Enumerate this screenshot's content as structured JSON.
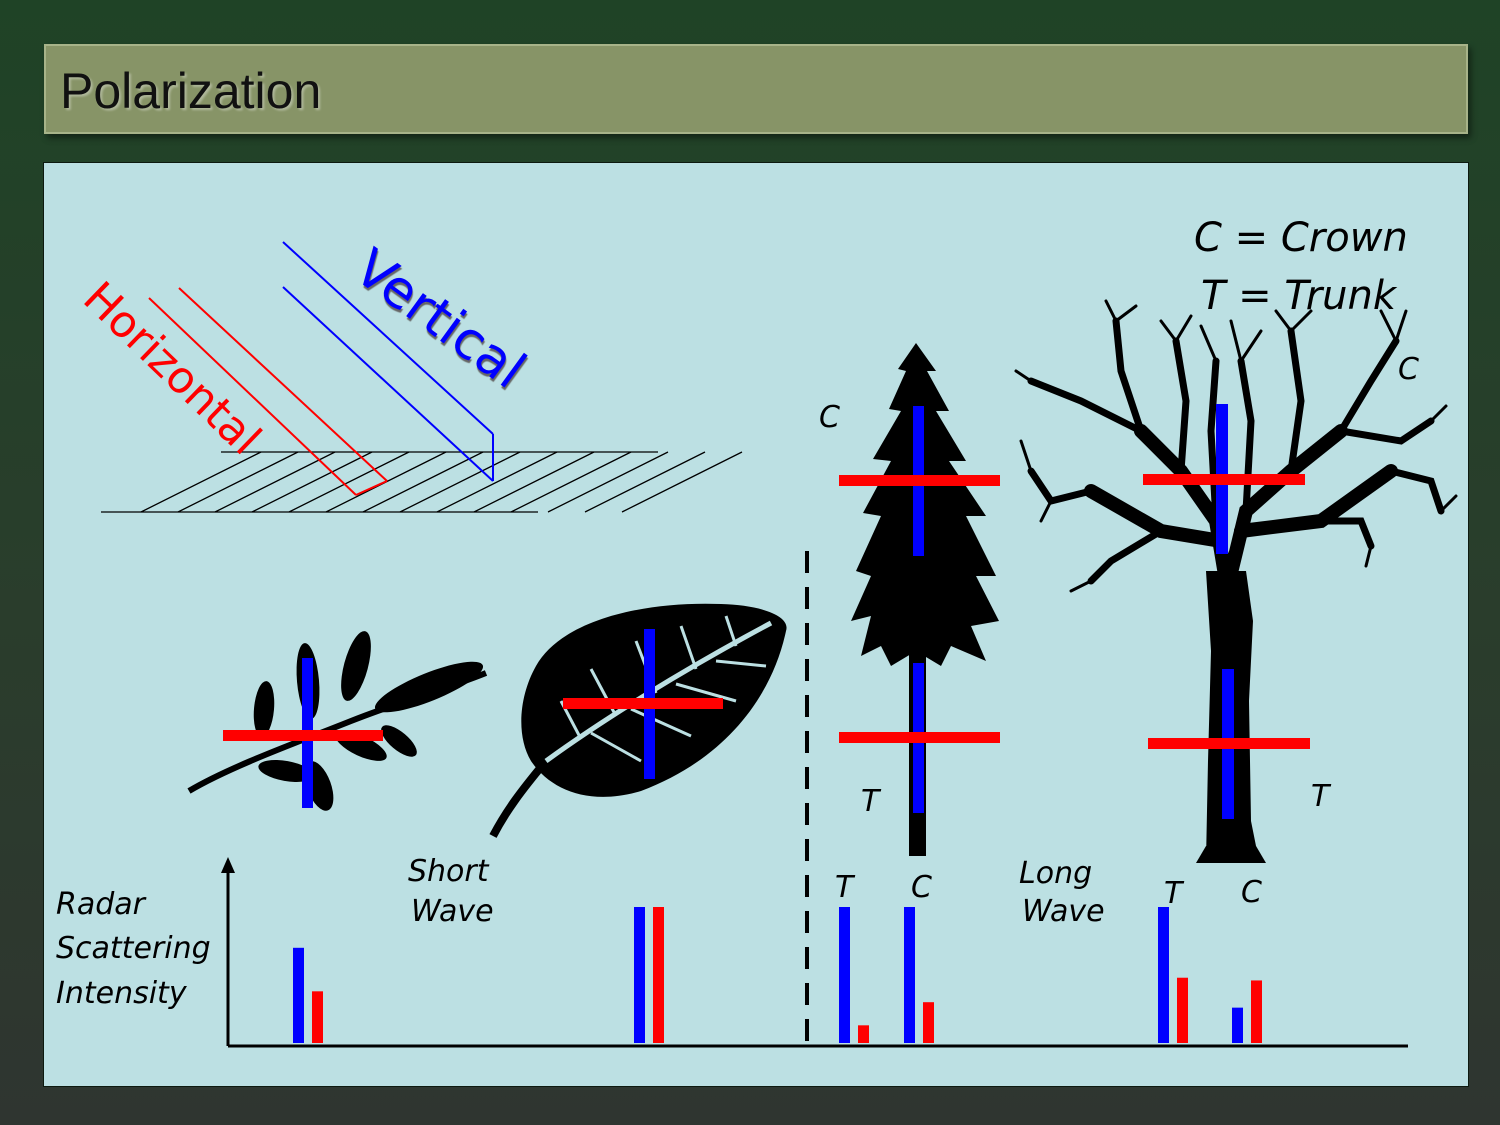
{
  "title": "Polarization",
  "polarization": {
    "vertical_label": "Vertical",
    "horizontal_label": "Horizontal"
  },
  "legend": {
    "crown": "C = Crown",
    "trunk": "T = Trunk"
  },
  "tree_labels": {
    "conifer_crown": "C",
    "conifer_trunk": "T",
    "deciduous_crown": "C",
    "deciduous_trunk": "T"
  },
  "axis": {
    "ylabel": [
      "Radar",
      "Scattering",
      "Intensity"
    ]
  },
  "wave_labels": {
    "short": [
      "Short",
      "Wave"
    ],
    "long": [
      "Long",
      "Wave"
    ]
  },
  "bar_labels": {
    "conifer_trunk": "T",
    "conifer_crown": "C",
    "deciduous_trunk": "T",
    "deciduous_crown": "C"
  },
  "colors": {
    "vertical": "#0000ff",
    "horizontal": "#ff0000",
    "panel": "#bce0e3",
    "title_bar": "#879467"
  },
  "chart_data": {
    "type": "bar",
    "categories": [
      "Leaflets",
      "Leaf",
      "T",
      "C",
      "T",
      "C"
    ],
    "series": [
      {
        "values": [
          0.7,
          1.0,
          1.0,
          1.0,
          1.0,
          0.26
        ]
      },
      {
        "values": [
          0.38,
          1.0,
          0.13,
          0.3,
          0.48,
          0.46
        ]
      }
    ],
    "ylim": [
      0,
      1
    ]
  }
}
